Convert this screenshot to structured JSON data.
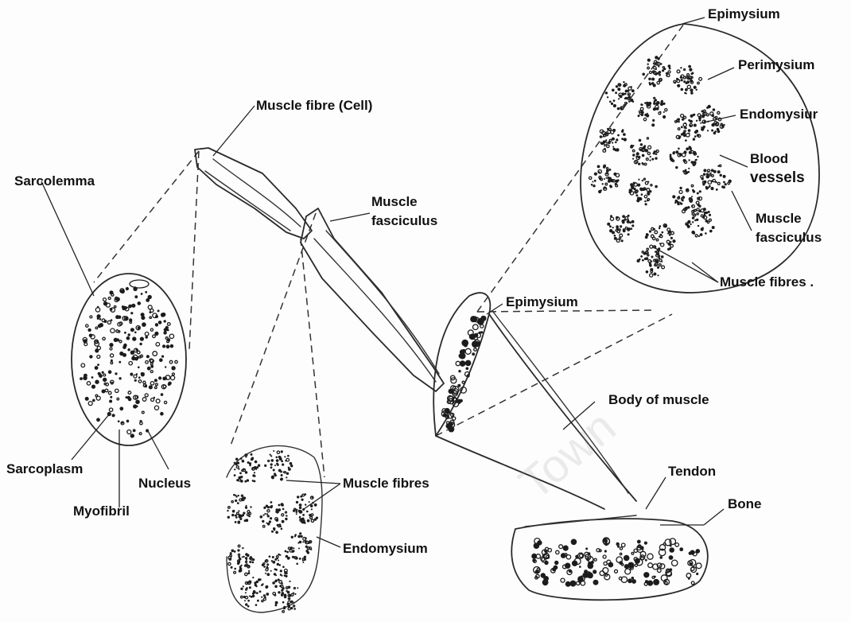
{
  "labels": {
    "sarcolemma": "Sarcolemma",
    "muscle_fibre_cell": "Muscle fibre (Cell)",
    "muscle_fasciculus_top_line1": "Muscle",
    "muscle_fasciculus_top_line2": "fasciculus",
    "sarcoplasm": "Sarcoplasm",
    "nucleus": "Nucleus",
    "myofibril": "Myofibril",
    "muscle_fibres_mid": "Muscle fibres",
    "endomysium_mid": "Endomysium",
    "epimysium_top": "Epimysium",
    "perimysium": "Perimysium",
    "endomysium_right": "Endomysiur",
    "blood_vessels_line1": "Blood",
    "blood_vessels_line2": "vessels",
    "muscle_fasciculus_right_line1": "Muscle",
    "muscle_fasciculus_right_line2": "fasciculus",
    "muscle_fibres_right": "Muscle fibres .",
    "epimysium_mid": "Epimysium",
    "body_of_muscle": "Body of muscle",
    "tendon": "Tendon",
    "bone": "Bone"
  },
  "watermark": "Town"
}
